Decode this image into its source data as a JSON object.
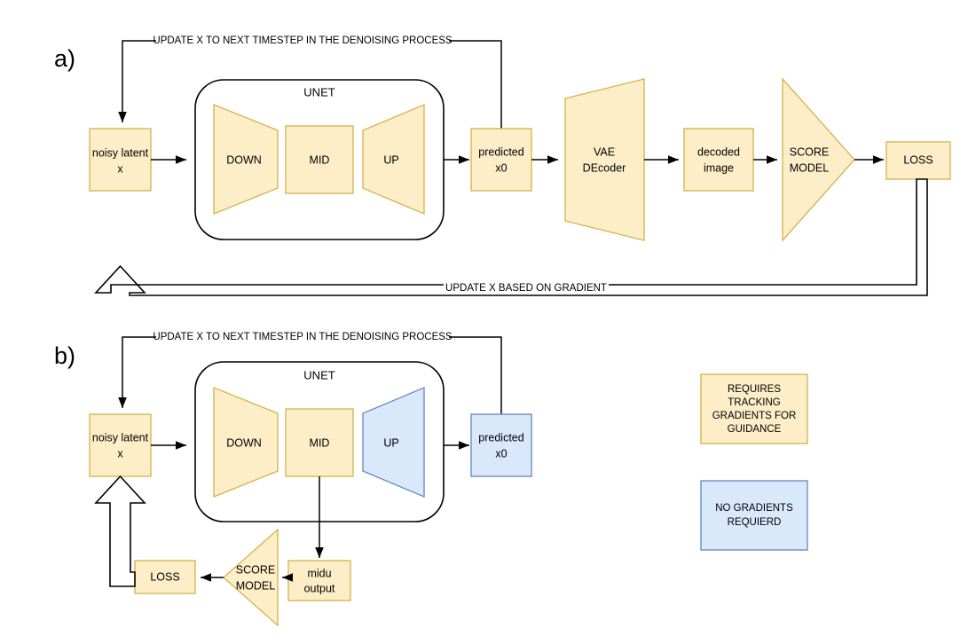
{
  "figure": {
    "title_a": "a)",
    "title_b": "b)",
    "colors": {
      "gradient_fill": "#fdeec8",
      "gradient_stroke": "#d6b656",
      "nograd_fill": "#dae8fc",
      "nograd_stroke": "#6c8ebf",
      "line": "#000000",
      "background": "#ffffff"
    }
  },
  "panel_a": {
    "label": "a)",
    "nodes": {
      "noisy_latent": "noisy latent\nx",
      "noisy_latent_line1": "noisy latent",
      "noisy_latent_line2": "x",
      "unet": "UNET",
      "down": "DOWN",
      "mid": "MID",
      "up": "UP",
      "predicted_x0_line1": "predicted",
      "predicted_x0_line2": "x0",
      "vae_line1": "VAE",
      "vae_line2": "DEcoder",
      "decoded_line1": "decoded",
      "decoded_line2": "image",
      "score_line1": "SCORE",
      "score_line2": "MODEL",
      "loss": "LOSS"
    },
    "edges": {
      "timestep_loop": "UPDATE X TO NEXT TIMESTEP IN THE DENOISING PROCESS",
      "gradient_loop": "UPDATE X BASED ON GRADIENT"
    }
  },
  "panel_b": {
    "label": "b)",
    "nodes": {
      "noisy_latent_line1": "noisy latent",
      "noisy_latent_line2": "x",
      "unet": "UNET",
      "down": "DOWN",
      "mid": "MID",
      "up": "UP",
      "predicted_x0_line1": "predicted",
      "predicted_x0_line2": "x0",
      "midu_line1": "midu",
      "midu_line2": "output",
      "score_line1": "SCORE",
      "score_line2": "MODEL",
      "loss": "LOSS"
    },
    "edges": {
      "timestep_loop": "UPDATE X TO NEXT TIMESTEP IN THE DENOISING PROCESS"
    }
  },
  "legend": {
    "gradients": {
      "line1": "REQUIRES",
      "line2": "TRACKING",
      "line3": "GRADIENTS FOR",
      "line4": "GUIDANCE"
    },
    "no_gradients": {
      "line1": "NO GRADIENTS",
      "line2": "REQUIERD"
    }
  }
}
